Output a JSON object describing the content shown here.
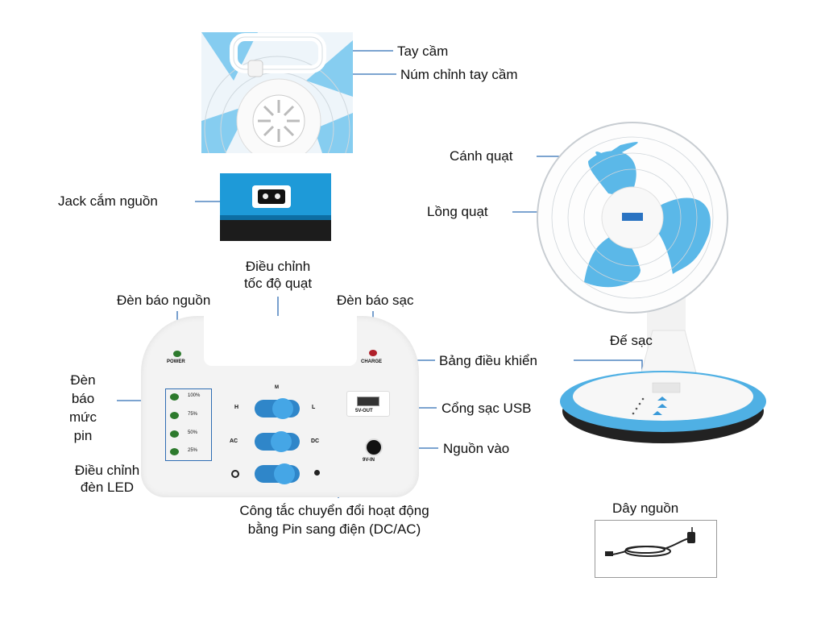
{
  "labels": {
    "handle": "Tay cầm",
    "handle_knob": "Núm chỉnh tay cầm",
    "power_jack": "Jack cắm nguồn",
    "fan_blade": "Cánh quạt",
    "fan_cage": "Lồng quạt",
    "speed_control_line1": "Điều chỉnh",
    "speed_control_line2": "tốc độ quạt",
    "power_indicator": "Đèn báo nguồn",
    "charge_indicator": "Đèn báo sạc",
    "charging_base": "Đế sạc",
    "control_panel": "Bảng điều khiển",
    "battery_level_line1": "Đèn",
    "battery_level_line2": "báo",
    "battery_level_line3": "mức",
    "battery_level_line4": "pin",
    "usb_port": "Cổng sạc USB",
    "power_input": "Nguồn vào",
    "led_control_line1": "Điều chỉnh",
    "led_control_line2": "đèn LED",
    "mode_switch_line1": "Công tắc chuyển đổi hoạt động",
    "mode_switch_line2": "bằng Pin sang điện (DC/AC)",
    "power_cord": "Dây nguồn"
  },
  "panel": {
    "power": "POWER",
    "charge": "CHARGE",
    "battery_levels": [
      "100%",
      "75%",
      "50%",
      "25%"
    ],
    "speed_m": "M",
    "speed_h": "H",
    "speed_l": "L",
    "ac": "AC",
    "dc": "DC",
    "usb_out": "5V-OUT",
    "dc_in": "9V-IN"
  },
  "colors": {
    "leader_line": "#2f6db3",
    "fan_blue": "#5bb8e8",
    "switch_blue": "#3a9ad9",
    "led_green": "#2d7a2d",
    "led_red": "#b0202a"
  }
}
